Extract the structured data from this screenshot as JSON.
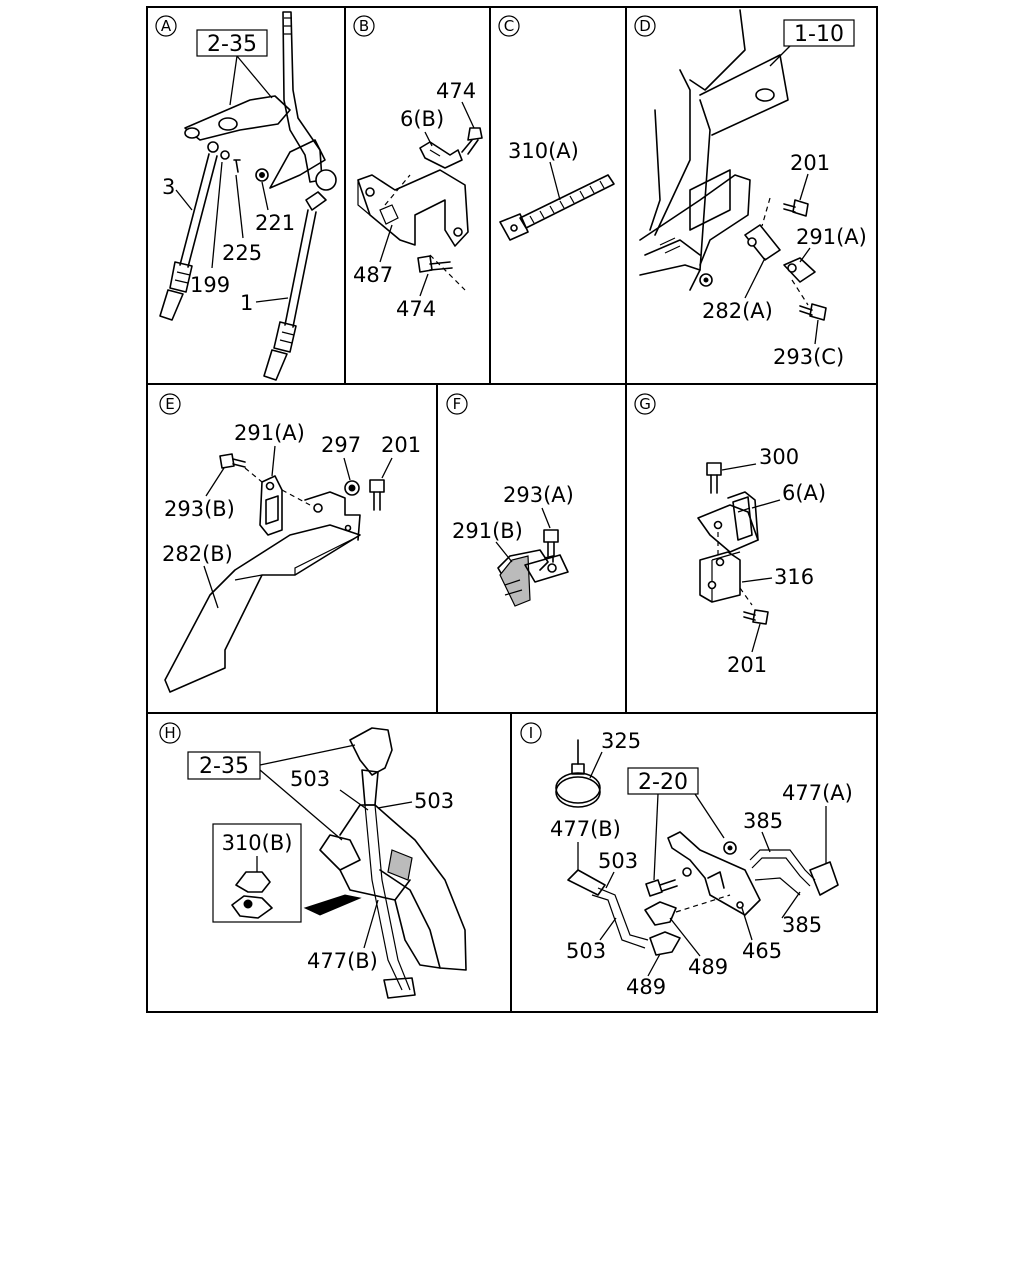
{
  "panels": {
    "A": {
      "letter": "A",
      "ref": "2-35",
      "labels": {
        "l3": "3",
        "l199": "199",
        "l225": "225",
        "l221": "221",
        "l1": "1"
      }
    },
    "B": {
      "letter": "B",
      "labels": {
        "l474a": "474",
        "l6b": "6(B)",
        "l487": "487",
        "l474b": "474"
      }
    },
    "C": {
      "letter": "C",
      "labels": {
        "l310a": "310(A)"
      }
    },
    "D": {
      "letter": "D",
      "ref": "1-10",
      "labels": {
        "l201": "201",
        "l291a": "291(A)",
        "l282a": "282(A)",
        "l293c": "293(C)"
      }
    },
    "E": {
      "letter": "E",
      "labels": {
        "l291a": "291(A)",
        "l297": "297",
        "l201": "201",
        "l293b": "293(B)",
        "l282b": "282(B)"
      }
    },
    "F": {
      "letter": "F",
      "labels": {
        "l293a": "293(A)",
        "l291b": "291(B)"
      }
    },
    "G": {
      "letter": "G",
      "labels": {
        "l300": "300",
        "l6a": "6(A)",
        "l316": "316",
        "l201": "201"
      }
    },
    "H": {
      "letter": "H",
      "ref": "2-35",
      "inset_ref": "310(B)",
      "labels": {
        "l503a": "503",
        "l503b": "503",
        "l477b": "477(B)"
      }
    },
    "I": {
      "letter": "I",
      "ref": "2-20",
      "labels": {
        "l325": "325",
        "l477a": "477(A)",
        "l385a": "385",
        "l477b": "477(B)",
        "l503a": "503",
        "l385b": "385",
        "l503b": "503",
        "l489a": "489",
        "l465": "465",
        "l489b": "489"
      }
    }
  }
}
